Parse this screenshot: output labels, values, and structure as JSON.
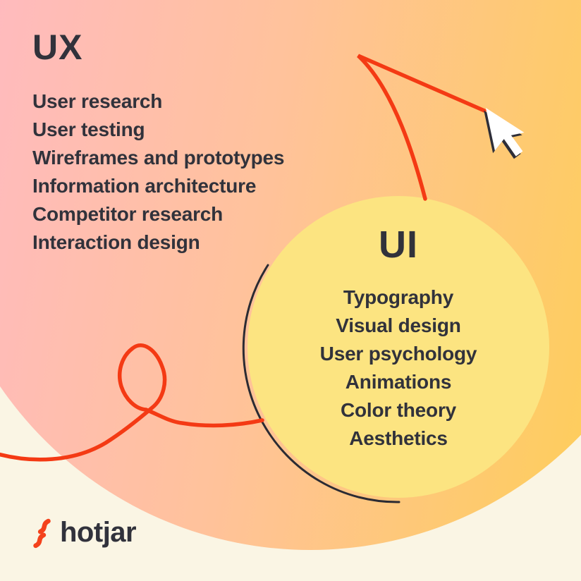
{
  "ux_section": {
    "title": "UX",
    "items": [
      "User research",
      "User testing",
      "Wireframes and prototypes",
      "Information architecture",
      "Competitor research",
      "Interaction design"
    ]
  },
  "ui_section": {
    "title": "UI",
    "items": [
      "Typography",
      "Visual design",
      "User psychology",
      "Animations",
      "Color theory",
      "Aesthetics"
    ]
  },
  "brand": {
    "wordmark": "hotjar",
    "icon": "hotjar-flame-icon"
  },
  "decorations": {
    "cursor_icon": "mouse-cursor-icon",
    "doodles": [
      "looping-squiggle-line",
      "curved-arrow-line-to-cursor"
    ],
    "sketch_arc": "ui-circle-outline-arc"
  },
  "colors": {
    "page_background": "#FAF5E4",
    "gradient_start_pink": "#FFBAC0",
    "gradient_mid_peach": "#FFC29B",
    "gradient_end_yellow": "#FECD5E",
    "ui_circle_fill": "#FCE481",
    "doodle_red": "#F43A14",
    "text_ink": "#31323B",
    "cursor_fill": "#FFFFFF",
    "cursor_outline": "#2E2E38"
  }
}
